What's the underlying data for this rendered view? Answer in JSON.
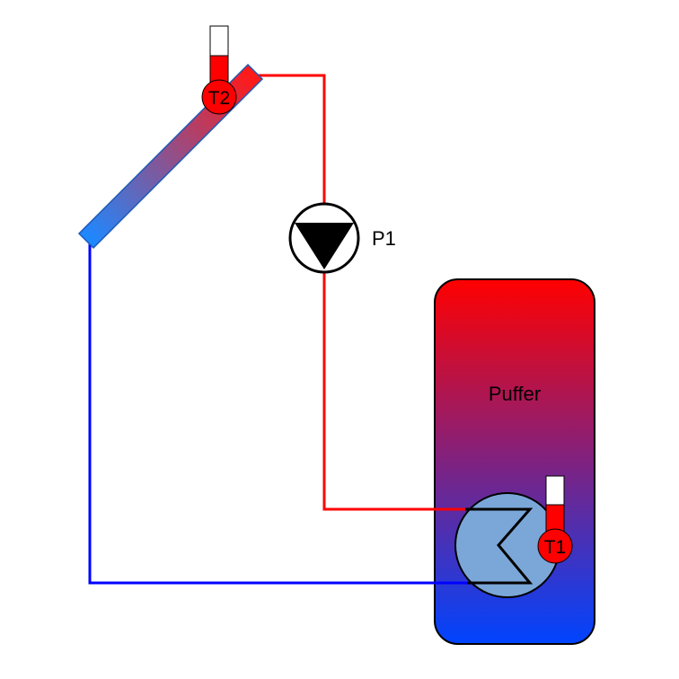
{
  "labels": {
    "sensor_collector": "T2",
    "pump": "P1",
    "tank": "Puffer",
    "sensor_tank": "T1"
  },
  "colors": {
    "hot": "#ff0000",
    "cold": "#0000ff",
    "tank_top": "#ff0000",
    "tank_bottom": "#0044ff",
    "collector_top": "#ff1a1a",
    "collector_bottom": "#1e88ff",
    "heat_exchanger": "#7ba7d8",
    "sensor": "#ff0000",
    "pump_triangle": "#000000"
  },
  "icons": {
    "sensor": "thermometer-icon",
    "pump": "pump-icon"
  }
}
